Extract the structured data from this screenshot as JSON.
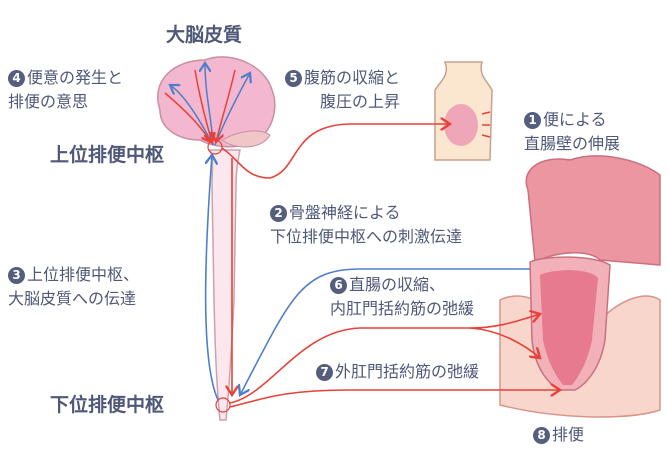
{
  "colors": {
    "text": "#4f5878",
    "efferent": "#e8413a",
    "afferent": "#4f7fc8",
    "brain": "#f3b7cf",
    "skin": "#fbe6cf",
    "colon": "#e98a98"
  },
  "headings": {
    "cerebral_cortex": "大脳皮質",
    "upper_center": "上位排便中枢",
    "lower_center": "下位排便中枢"
  },
  "steps": [
    {
      "num": "1",
      "line1": "便による",
      "line2": "直腸壁の伸展"
    },
    {
      "num": "2",
      "line1": "骨盤神経による",
      "line2": "下位排便中枢への刺激伝達"
    },
    {
      "num": "3",
      "line1": "上位排便中枢、",
      "line2": "大脳皮質への伝達"
    },
    {
      "num": "4",
      "line1": "便意の発生と",
      "line2": "排便の意思"
    },
    {
      "num": "5",
      "line1": "腹筋の収縮と",
      "line2": "腹圧の上昇"
    },
    {
      "num": "6",
      "line1": "直腸の収縮、",
      "line2": "内肛門括約筋の弛緩"
    },
    {
      "num": "7",
      "line1": "外肛門括約筋の弛緩"
    },
    {
      "num": "8",
      "line1": "排便"
    }
  ]
}
